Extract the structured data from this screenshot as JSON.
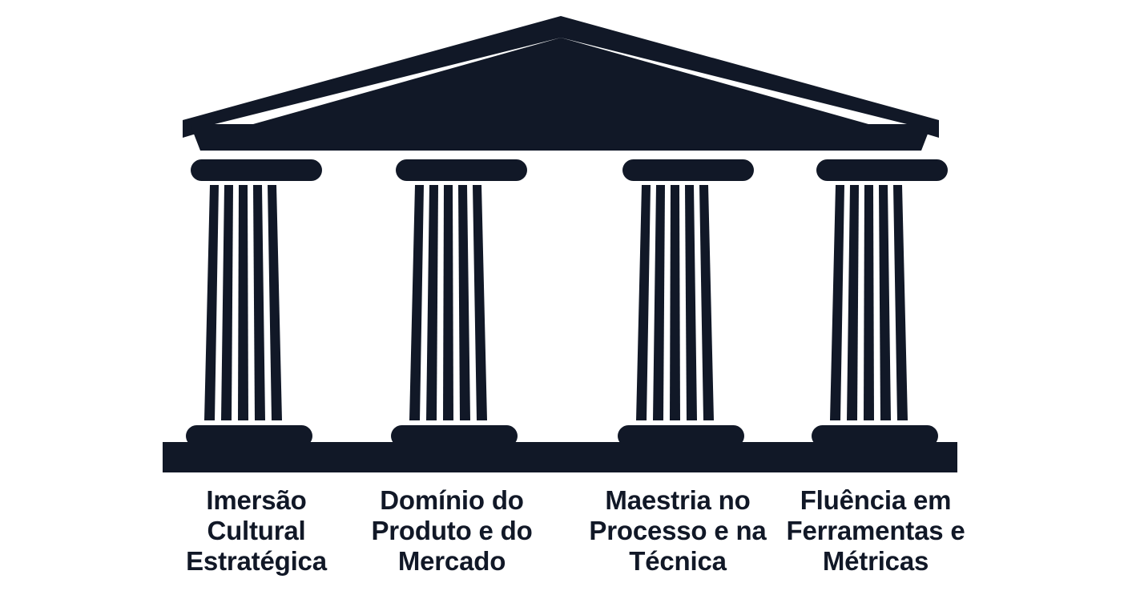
{
  "graphic": {
    "name": "classical-temple-four-pillars",
    "background_color": "#ffffff",
    "ink_color": "#111827",
    "description": "Greek temple icon with a triangular pediment resting on four fluted columns"
  },
  "temple": {
    "pediment_name": "pediment-roof",
    "architrave_name": "architrave-band",
    "stylobate_name": "stylobate-base",
    "column_count": 4,
    "flutes_per_column": 5
  },
  "pillars": [
    {
      "index": 1,
      "label": "Imersão\nCultural\nEstratégica",
      "label_lines": [
        "Imersão",
        "Cultural",
        "Estratégica"
      ]
    },
    {
      "index": 2,
      "label": "Domínio do\nProduto e do\nMercado",
      "label_lines": [
        "Domínio do",
        "Produto e do",
        "Mercado"
      ]
    },
    {
      "index": 3,
      "label": "Maestria no\nProcesso e na\nTécnica",
      "label_lines": [
        "Maestria no",
        "Processo e na",
        "Técnica"
      ]
    },
    {
      "index": 4,
      "label": "Fluência em\nFerramentas e\nMétricas",
      "label_lines": [
        "Fluência em",
        "Ferramentas e",
        "Métricas"
      ]
    }
  ]
}
